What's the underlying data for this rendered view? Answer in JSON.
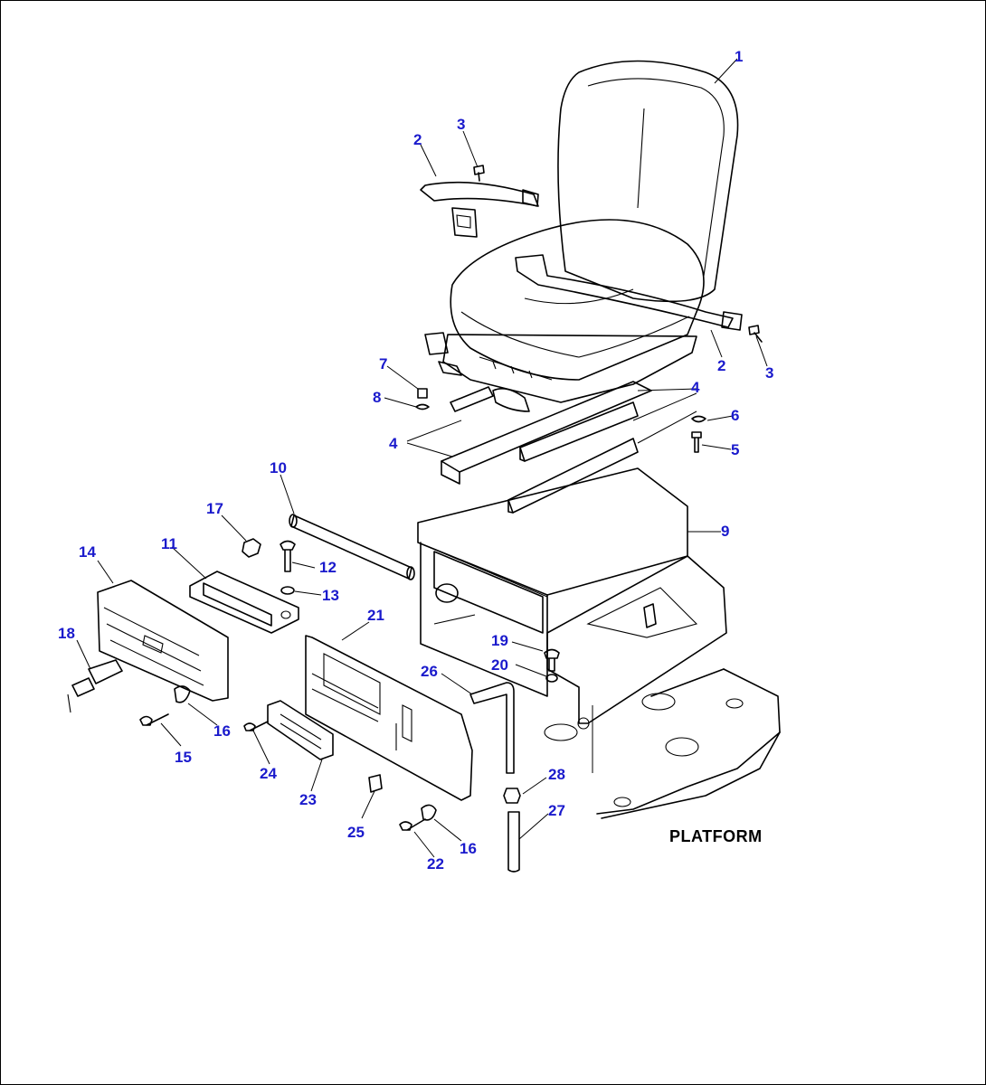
{
  "diagram": {
    "area_label": "PLATFORM",
    "callouts": [
      {
        "id": "c1",
        "text": "1"
      },
      {
        "id": "c2a",
        "text": "2"
      },
      {
        "id": "c3a",
        "text": "3"
      },
      {
        "id": "c2b",
        "text": "2"
      },
      {
        "id": "c3b",
        "text": "3"
      },
      {
        "id": "c4a",
        "text": "4"
      },
      {
        "id": "c4b",
        "text": "4"
      },
      {
        "id": "c5",
        "text": "5"
      },
      {
        "id": "c6",
        "text": "6"
      },
      {
        "id": "c7",
        "text": "7"
      },
      {
        "id": "c8",
        "text": "8"
      },
      {
        "id": "c9",
        "text": "9"
      },
      {
        "id": "c10",
        "text": "10"
      },
      {
        "id": "c11",
        "text": "11"
      },
      {
        "id": "c12",
        "text": "12"
      },
      {
        "id": "c13",
        "text": "13"
      },
      {
        "id": "c14",
        "text": "14"
      },
      {
        "id": "c15",
        "text": "15"
      },
      {
        "id": "c16a",
        "text": "16"
      },
      {
        "id": "c16b",
        "text": "16"
      },
      {
        "id": "c17",
        "text": "17"
      },
      {
        "id": "c18",
        "text": "18"
      },
      {
        "id": "c19",
        "text": "19"
      },
      {
        "id": "c20",
        "text": "20"
      },
      {
        "id": "c21",
        "text": "21"
      },
      {
        "id": "c22",
        "text": "22"
      },
      {
        "id": "c23",
        "text": "23"
      },
      {
        "id": "c24",
        "text": "24"
      },
      {
        "id": "c25",
        "text": "25"
      },
      {
        "id": "c26",
        "text": "26"
      },
      {
        "id": "c27",
        "text": "27"
      },
      {
        "id": "c28",
        "text": "28"
      }
    ]
  }
}
